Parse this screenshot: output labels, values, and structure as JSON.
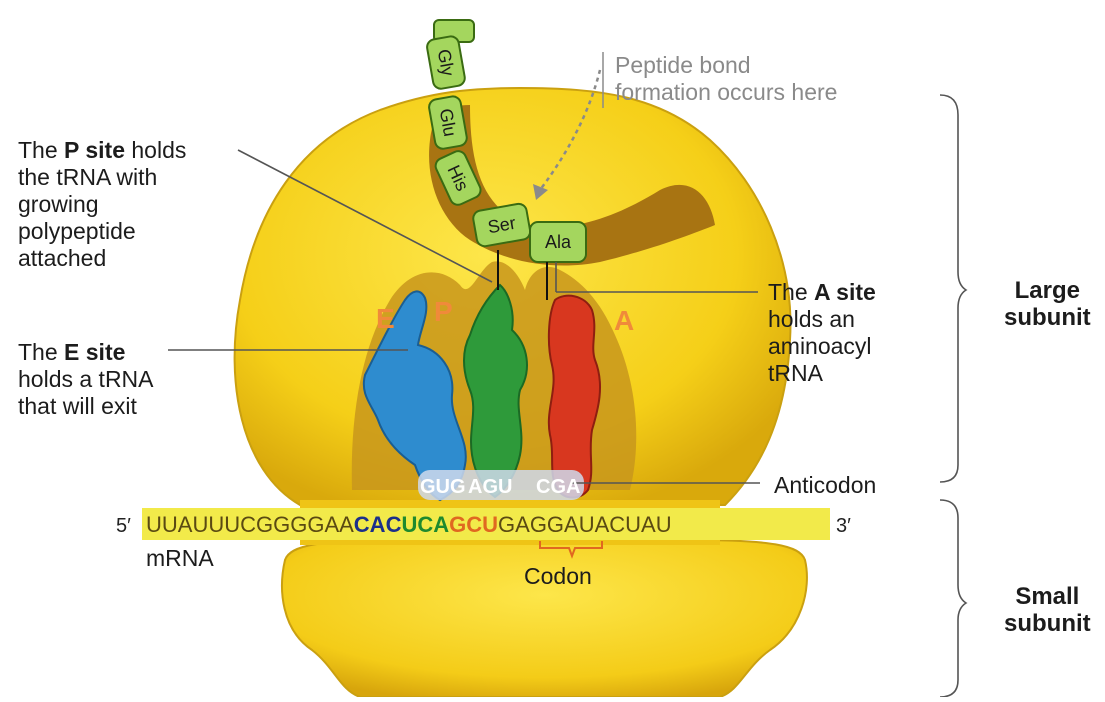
{
  "peptide_label": {
    "line1": "Peptide bond",
    "line2": "formation occurs here"
  },
  "p_site_label": {
    "prefix": "The ",
    "bold": "P site",
    "suffix": " holds",
    "line2": "the tRNA with",
    "line3": "growing",
    "line4": "polypeptide",
    "line5": "attached"
  },
  "e_site_label": {
    "prefix": "The ",
    "bold": "E site",
    "line2": "holds a tRNA",
    "line3": "that will exit"
  },
  "a_site_label": {
    "prefix": "The ",
    "bold": "A site",
    "line2": "holds an",
    "line3": "aminoacyl",
    "line4": "tRNA"
  },
  "site_letters": [
    "E",
    "P",
    "A"
  ],
  "amino_acids": [
    "Gly",
    "Glu",
    "His",
    "Ser",
    "Ala"
  ],
  "anticodons": {
    "e": "GUG",
    "p": "AGU",
    "a": "CGA"
  },
  "anticodon_label": "Anticodon",
  "mrna": {
    "five_prime": "5′",
    "three_prime": "3′",
    "seq_start": "UUAUUUCGGGGAA",
    "codon_e": "CAC",
    "codon_p": "UCA",
    "codon_a": "GCU",
    "seq_end": "GAGGAUACUAU",
    "label": "mRNA"
  },
  "codon_label": "Codon",
  "large_subunit": {
    "line1": "Large",
    "line2": "subunit"
  },
  "small_subunit": {
    "line1": "Small",
    "line2": "subunit"
  },
  "colors": {
    "ribosome": "#f7d216",
    "ribosome_dark": "#d8ac10",
    "tunnel": "#b07d12",
    "amino_acid": "#a4d65e",
    "e_trna": "#2e8ccf",
    "p_trna": "#2e9a3a",
    "a_trna": "#d8371f",
    "mrna_band": "#f2ea4a",
    "codon_e": "#1b2f8a",
    "codon_p": "#1e8a2e",
    "codon_a": "#e06820"
  }
}
